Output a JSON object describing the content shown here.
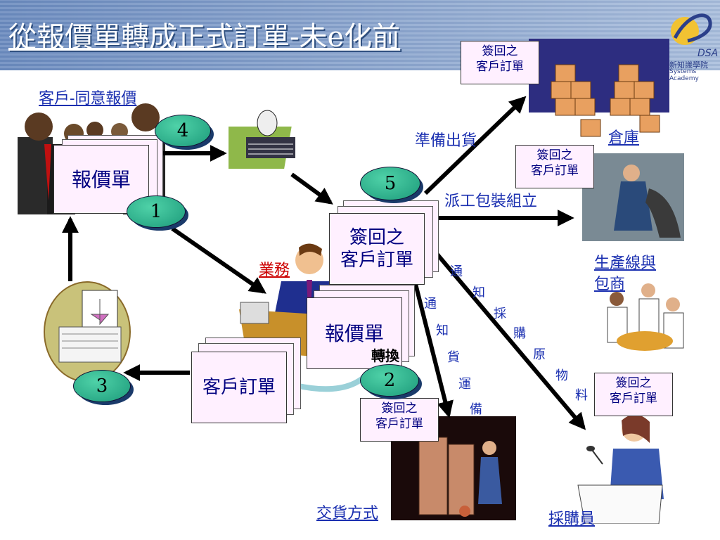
{
  "title": "從報價單轉成正式訂單-未e化前",
  "logo": {
    "mark": "DSA",
    "line1": "新知識學院",
    "line2": "Systems Academy"
  },
  "labels": {
    "customer_agree": "客戶-同意報價",
    "sales": "業務",
    "prepare_shipment": "準備出貨",
    "dispatch_assembly": "派工包裝組立",
    "warehouse": "倉庫",
    "production_line_1": "生產線與",
    "production_line_2": "包商",
    "delivery_method": "交貨方式",
    "buyer": "採購員",
    "transfer": "轉換"
  },
  "vertical_texts": {
    "notify_shipping": [
      "通",
      "知",
      "貨",
      "運",
      "備"
    ],
    "notify_purchase": [
      "通",
      "知",
      "採",
      "購",
      "原",
      "物",
      "料"
    ]
  },
  "documents": {
    "quote_customer": "報價單",
    "quote_sales": "報價單",
    "signed_order": [
      "簽回之",
      "客戶訂單"
    ],
    "customer_order": "客戶訂單"
  },
  "notes": {
    "warehouse_note": [
      "簽回之",
      "客戶訂單"
    ],
    "production_note": [
      "簽回之",
      "客戶訂單"
    ],
    "buyer_note": [
      "簽回之",
      "客戶訂單"
    ],
    "delivery_note": [
      "簽回之",
      "客戶訂單"
    ]
  },
  "steps": [
    "1",
    "2",
    "3",
    "4",
    "5"
  ],
  "colors": {
    "label_blue": "#1a2fb0",
    "doc_pink": "#fff0ff",
    "oval_green": "#2cb08a",
    "sales_red": "#cc0000"
  }
}
